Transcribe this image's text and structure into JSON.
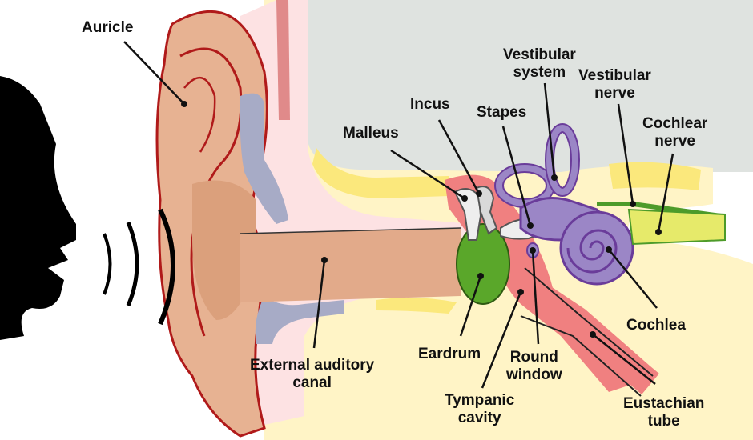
{
  "colors": {
    "skin": "#e7b292",
    "skin_outline": "#b01a1a",
    "canal_tissue": "#fde2e3",
    "bone": "#fff4c6",
    "bone_dark": "#fbe87c",
    "brain": "#dfe3e0",
    "eardrum": "#5aa72a",
    "inner_ear": "#9b86c6",
    "inner_ear_outline": "#6a3c9a",
    "nerve": "#e6ea6a",
    "nerve_green": "#4d9b2a",
    "tube_red": "#f08080",
    "cartilage_blue": "#a7abc6",
    "silhouette": "#000000"
  },
  "labels": {
    "auricle": [
      "Auricle"
    ],
    "malleus": [
      "Malleus"
    ],
    "incus": [
      "Incus"
    ],
    "stapes": [
      "Stapes"
    ],
    "vestibular_system": [
      "Vestibular",
      "system"
    ],
    "vestibular_nerve": [
      "Vestibular",
      "nerve"
    ],
    "cochlear_nerve": [
      "Cochlear",
      "nerve"
    ],
    "cochlea": [
      "Cochlea"
    ],
    "external_auditory_canal": [
      "External auditory",
      "canal"
    ],
    "eardrum": [
      "Eardrum"
    ],
    "round_window": [
      "Round",
      "window"
    ],
    "tympanic_cavity": [
      "Tympanic",
      "cavity"
    ],
    "eustachian_tube": [
      "Eustachian",
      "tube"
    ]
  },
  "icons": [
    "speaker-silhouette-icon",
    "sound-wave-icon"
  ]
}
